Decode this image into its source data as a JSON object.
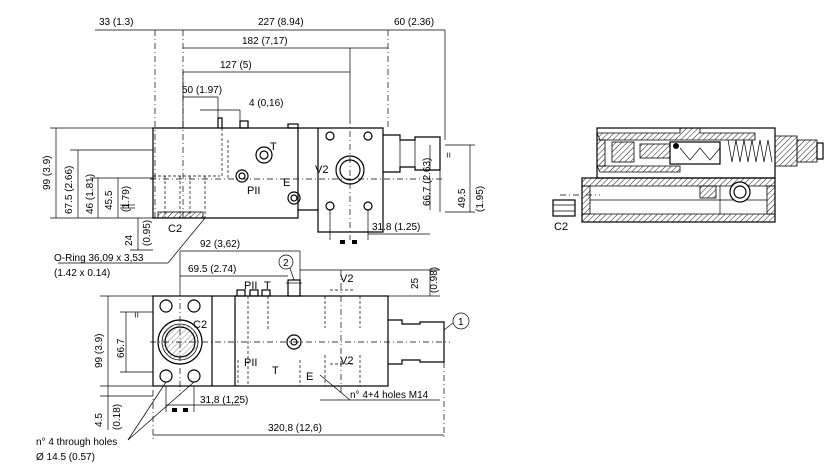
{
  "top_view": {
    "dim_33": "33 (1.3)",
    "dim_227": "227 (8.94)",
    "dim_60": "60 (2.36)",
    "dim_182": "182 (7,17)",
    "dim_127": "127 (5)",
    "dim_50": "50 (1.97)",
    "dim_4": "4 (0,16)",
    "dim_99": "99 (3.9)",
    "dim_67_5": "67.5 (2.66)",
    "dim_46": "46 (1.81)",
    "dim_45_5": "45.5",
    "dim_45_5_in": "(1.79)",
    "dim_24": "24",
    "dim_24_in": "(0.95)",
    "dim_66_7": "66.7 (2.63)",
    "dim_49_5": "49.5",
    "dim_49_5_in": "(1.95)",
    "dim_31_8": "31.8 (1.25)",
    "port_t": "T",
    "port_pii": "PII",
    "port_e": "E",
    "port_v2": "V2",
    "port_c2": "C2",
    "eq": "="
  },
  "oring": {
    "line1": "O-Ring 36,09 x 3,53",
    "line2": "(1.42 x 0.14)"
  },
  "front_view": {
    "dim_92": "92 (3,62)",
    "dim_69_5": "69.5 (2.74)",
    "dim_25": "25",
    "dim_25_in": "(0.98)",
    "dim_99": "99 (3.9)",
    "dim_66_7": "66.7",
    "dim_4_5": "4.5",
    "dim_4_5_in": "(0.18)",
    "dim_31_8": "31,8 (1,25)",
    "dim_320_8": "320,8 (12,6)",
    "holes_m14": "n° 4+4 holes M14",
    "through_holes": "n° 4 through holes",
    "through_dia": "Ø 14.5 (0.57)",
    "port_pii_top": "PII",
    "port_t_top": "T",
    "port_v2_top": "V2",
    "port_c2": "C2",
    "port_pii_bot": "PII",
    "port_t_bot": "T",
    "port_e": "E",
    "port_v2_bot": "V2",
    "callout_1": "1",
    "callout_2": "2",
    "eq": "="
  },
  "section_view": {
    "port_c2": "C2"
  }
}
